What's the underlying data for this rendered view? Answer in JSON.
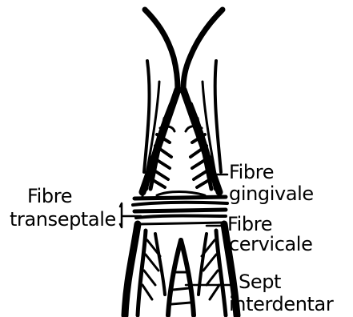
{
  "diagram": {
    "labels": {
      "fibre_transeptale_line1": "Fibre",
      "fibre_transeptale_line2": "transeptale",
      "fibre_gingivale_line1": "Fibre",
      "fibre_gingivale_line2": "gingivale",
      "fibre_cervicale_line1": "Fibre",
      "fibre_cervicale_line2": "cervicale",
      "sept_interdentar_line1": "Sept",
      "sept_interdentar_line2": "interdentar"
    },
    "colors": {
      "ink": "#000000",
      "background": "#ffffff"
    }
  }
}
